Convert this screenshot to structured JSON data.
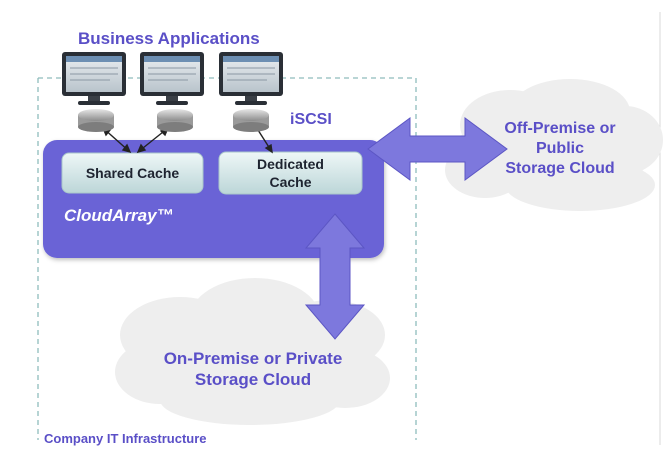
{
  "header": {
    "title": "Business Applications"
  },
  "protocol_label": "iSCSI",
  "cloudarray": {
    "name": "CloudArray™",
    "shared_cache": "Shared Cache",
    "dedicated_cache_line1": "Dedicated",
    "dedicated_cache_line2": "Cache"
  },
  "clouds": {
    "public": {
      "line1": "Off-Premise or",
      "line2": "Public",
      "line3": "Storage Cloud"
    },
    "private": {
      "line1": "On-Premise or Private",
      "line2": "Storage Cloud"
    }
  },
  "infrastructure_label": "Company IT Infrastructure",
  "colors": {
    "cloudarray_fill": "#6a64d6",
    "arrow_fill": "#7d78dd",
    "text_purple": "#5a4fc7",
    "cache_fill": "#d4e7e8",
    "cloud_fill": "#efefef",
    "dashed_border": "#8fbcbc"
  },
  "icons": [
    "monitor-icon",
    "disk-drive-icon",
    "cloud-shape",
    "double-arrow"
  ]
}
